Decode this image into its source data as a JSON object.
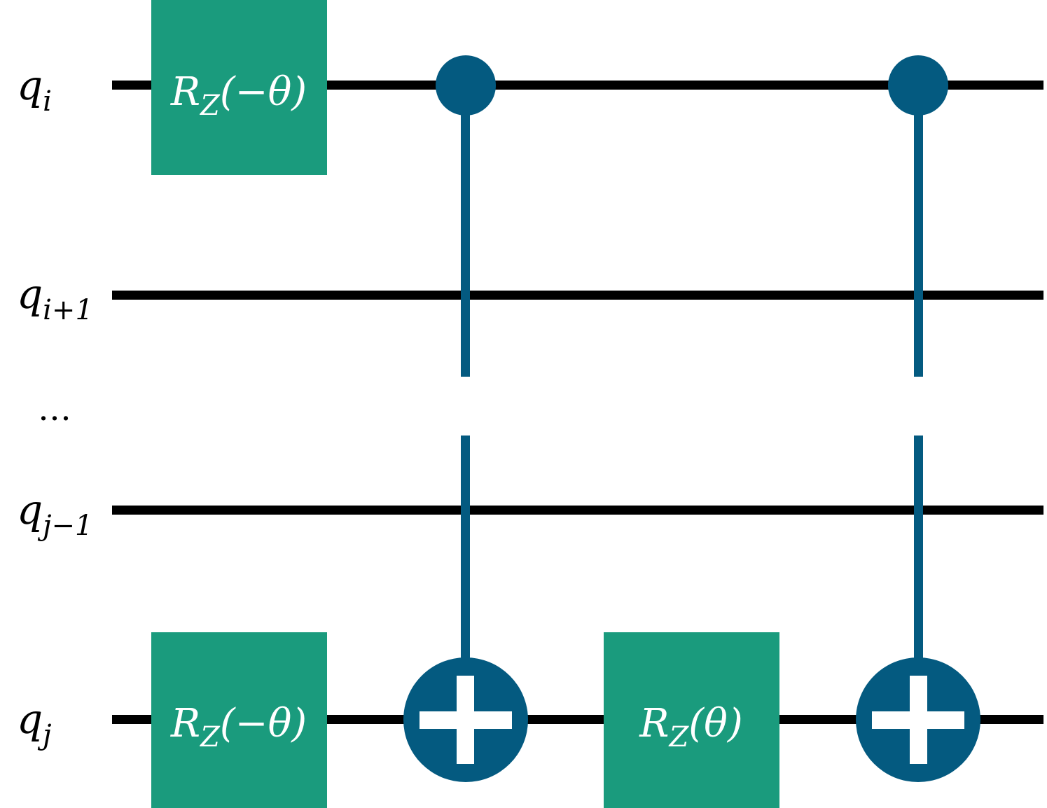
{
  "colors": {
    "wire": "#000000",
    "gate_fill": "#1a9b7d",
    "control": "#045a80",
    "gate_text": "#ffffff"
  },
  "qubits": [
    {
      "name": "q",
      "sub": "i"
    },
    {
      "name": "q",
      "sub": "i+1"
    },
    {
      "name": "q",
      "sub": "j−1"
    },
    {
      "name": "q",
      "sub": "j"
    }
  ],
  "ellipsis": "…",
  "gates": [
    {
      "symbol": "R",
      "sub": "Z",
      "arg": "(−θ)"
    },
    {
      "symbol": "R",
      "sub": "Z",
      "arg": "(−θ)"
    },
    {
      "symbol": "R",
      "sub": "Z",
      "arg": "(θ)"
    }
  ],
  "cnots": [
    {
      "control": "q_i",
      "target": "q_j"
    },
    {
      "control": "q_i",
      "target": "q_j"
    }
  ]
}
